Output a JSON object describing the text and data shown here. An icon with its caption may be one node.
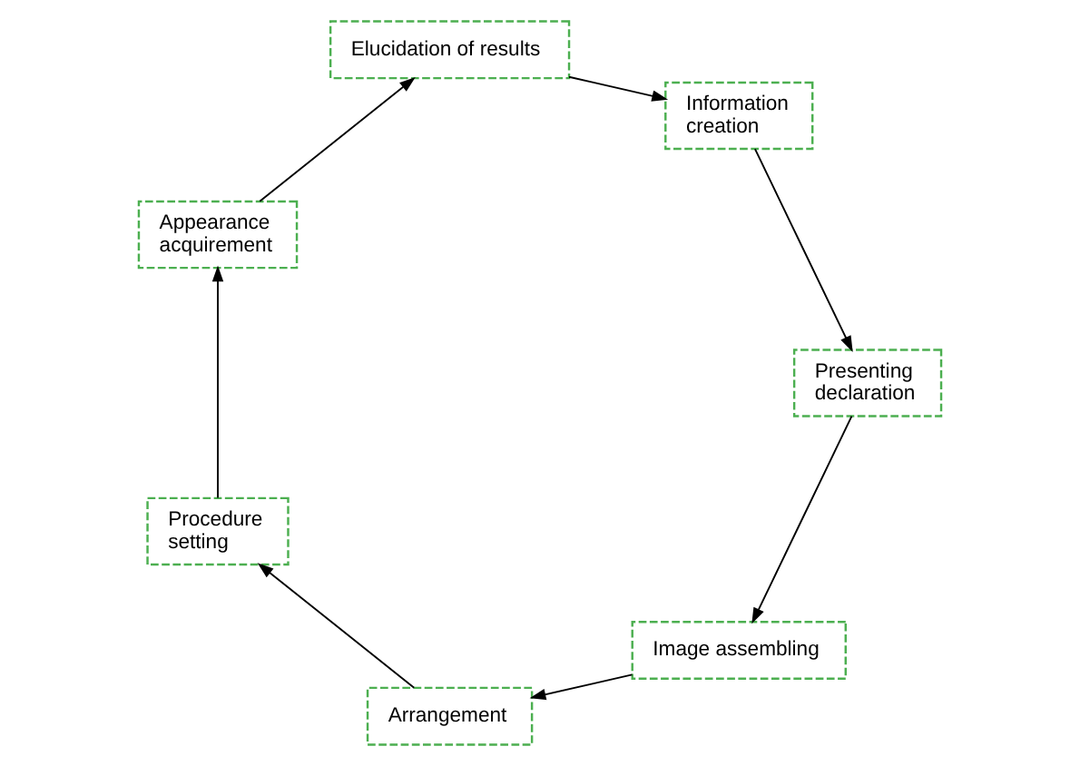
{
  "diagram": {
    "nodes": [
      {
        "text": [
          "Image assembling"
        ]
      },
      {
        "text": [
          "Arrangement"
        ]
      },
      {
        "text": [
          "Procedure setting"
        ]
      },
      {
        "text": [
          "Appearance acquirement"
        ]
      },
      {
        "text": [
          "Elucidation of results"
        ]
      },
      {
        "text": [
          "Information creation"
        ]
      },
      {
        "text": [
          "Presenting declaration"
        ]
      }
    ],
    "edges": [
      {
        "from": 0,
        "to": 1,
        "arrow": "to"
      },
      {
        "from": 1,
        "to": 2,
        "arrow": "to"
      },
      {
        "from": 2,
        "to": 3,
        "arrow": "to"
      },
      {
        "from": 3,
        "to": 4,
        "arrow": "to"
      },
      {
        "from": 4,
        "to": 5,
        "arrow": "to"
      },
      {
        "from": 5,
        "to": 6,
        "arrow": "to"
      },
      {
        "from": 6,
        "to": 0,
        "arrow": "to"
      }
    ]
  }
}
